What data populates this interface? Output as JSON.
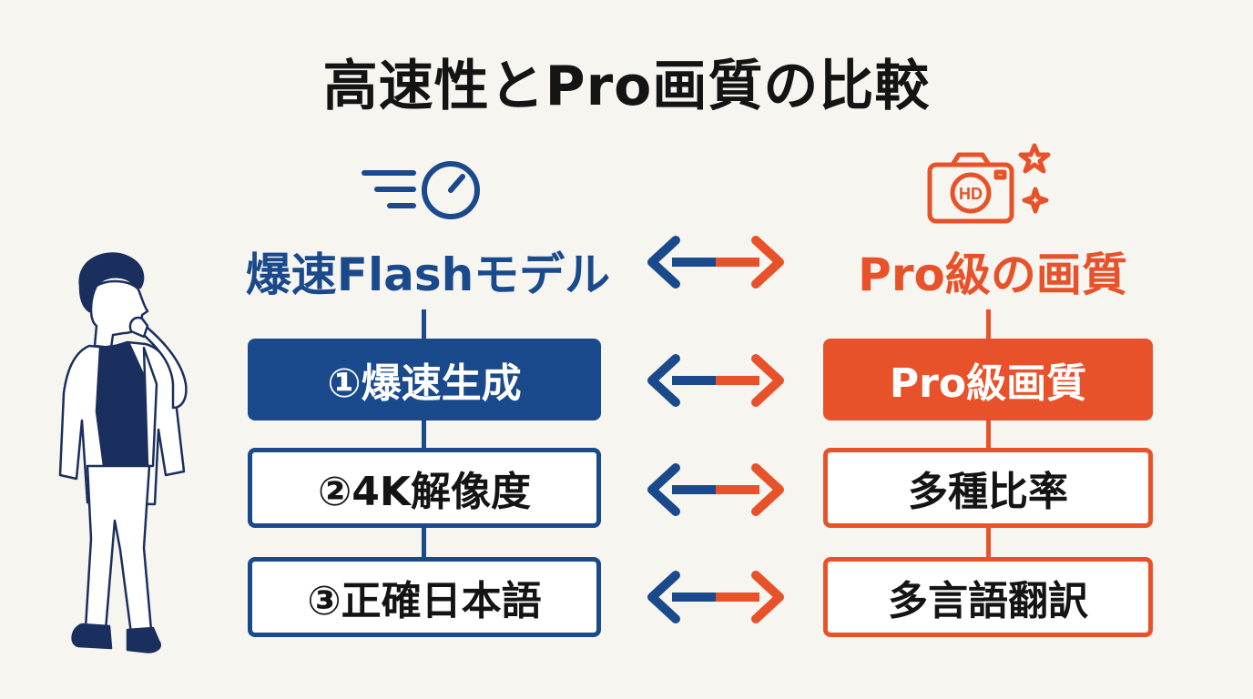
{
  "title": "高速性とPro画質の比較",
  "left": {
    "heading": "爆速Flashモデル",
    "items": [
      "①爆速生成",
      "②4K解像度",
      "③正確日本語"
    ]
  },
  "right": {
    "heading": "Pro級の画質",
    "items": [
      "Pro級画質",
      "多種比率",
      "多言語翻訳"
    ]
  },
  "icons": {
    "left": "speed-gauge-icon",
    "right": "hd-camera-icon",
    "person": "thinking-person-illustration"
  },
  "colors": {
    "blue": "#1a4a8c",
    "orange": "#e8522a",
    "background": "#f6f5f0",
    "text": "#141414"
  }
}
